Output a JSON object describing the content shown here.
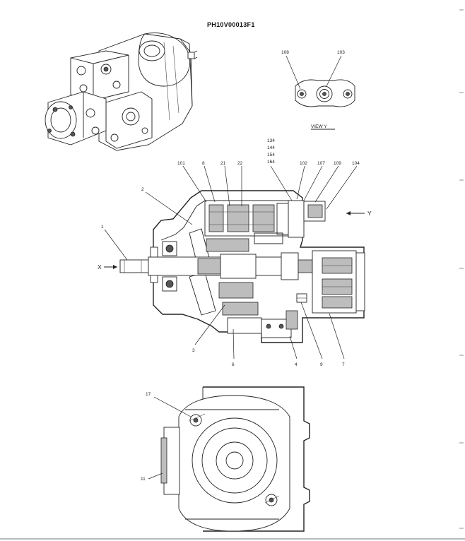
{
  "drawing_code": "PH10V00013F1",
  "view_caption": "VIEW  Y",
  "direction_labels": {
    "x": "X",
    "y": "Y"
  },
  "view_y_callouts": [
    "108",
    "103"
  ],
  "section_callouts_top": [
    "101",
    "8",
    "21",
    "22",
    "134",
    "144",
    "154",
    "164",
    "102",
    "107",
    "109",
    "104"
  ],
  "section_callouts_side": [
    "2",
    "1"
  ],
  "section_callouts_bottom": [
    "3",
    "6",
    "4",
    "9",
    "7"
  ],
  "end_view_callouts": [
    "17",
    "11"
  ]
}
